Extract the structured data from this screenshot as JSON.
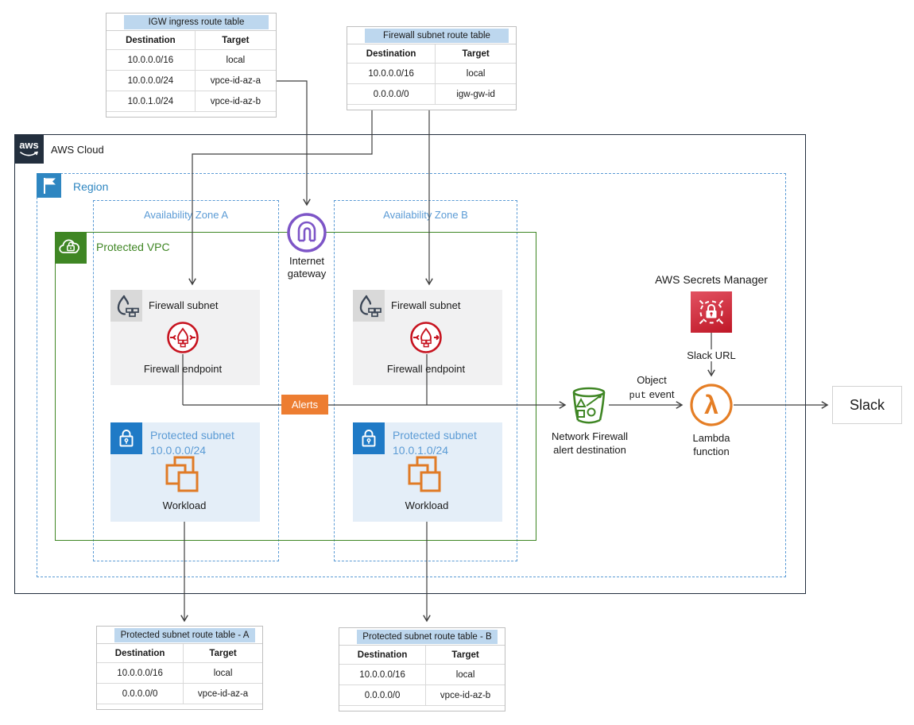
{
  "colors": {
    "cloud_border": "#232F3E",
    "region_blue": "#2E86C1",
    "dash_blue": "#5B9BD5",
    "vpc_green": "#3F8624",
    "subnet_blue_fill": "#E4EEF8",
    "subnet_icon_blue": "#1F7AC6",
    "firewall_fill": "#F1F1F2",
    "firewall_chip": "#D9D9D9",
    "endpoint_red": "#C7131F",
    "secrets_red": "#C7131F",
    "lambda_orange": "#E57E25",
    "workload_orange": "#E07B26",
    "alerts_orange": "#ED7D31",
    "igw_purple": "#7D55C7",
    "table_title_blue": "#BDD7EE",
    "connector_gray": "#3F3F3F"
  },
  "cloud": {
    "label": "AWS Cloud",
    "logo_text": "aws"
  },
  "region": {
    "label": "Region"
  },
  "azs": {
    "a": "Availability Zone A",
    "b": "Availability Zone B"
  },
  "vpc": {
    "label": "Protected VPC"
  },
  "igw": {
    "line1": "Internet",
    "line2": "gateway"
  },
  "firewall_subnets": {
    "label": "Firewall subnet",
    "endpoint": "Firewall endpoint"
  },
  "protected_subnets": {
    "a": {
      "line1": "Protected subnet",
      "line2": "10.0.0.0/24"
    },
    "b": {
      "line1": "Protected subnet",
      "line2": "10.0.1.0/24"
    },
    "workload": "Workload"
  },
  "alerts": {
    "label": "Alerts"
  },
  "bucket": {
    "line1": "Network Firewall",
    "line2": "alert destination"
  },
  "secrets_manager": {
    "label": "AWS Secrets Manager"
  },
  "slack_url": {
    "label": "Slack URL"
  },
  "object_event": {
    "line1": "Object",
    "code": "put",
    "rest": " event"
  },
  "lambda_fn": {
    "line1": "Lambda",
    "line2": "function",
    "glyph": "λ"
  },
  "slack": {
    "label": "Slack"
  },
  "tables": {
    "igw_ingress": {
      "title": "IGW ingress route table",
      "headers": [
        "Destination",
        "Target"
      ],
      "rows": [
        [
          "10.0.0.0/16",
          "local"
        ],
        [
          "10.0.0.0/24",
          "vpce-id-az-a"
        ],
        [
          "10.0.1.0/24",
          "vpce-id-az-b"
        ]
      ]
    },
    "firewall_subnet": {
      "title": "Firewall subnet route table",
      "headers": [
        "Destination",
        "Target"
      ],
      "rows": [
        [
          "10.0.0.0/16",
          "local"
        ],
        [
          "0.0.0.0/0",
          "igw-gw-id"
        ]
      ]
    },
    "protected_a": {
      "title": "Protected subnet route table - A",
      "headers": [
        "Destination",
        "Target"
      ],
      "rows": [
        [
          "10.0.0.0/16",
          "local"
        ],
        [
          "0.0.0.0/0",
          "vpce-id-az-a"
        ]
      ]
    },
    "protected_b": {
      "title": "Protected subnet route table - B",
      "headers": [
        "Destination",
        "Target"
      ],
      "rows": [
        [
          "10.0.0.0/16",
          "local"
        ],
        [
          "0.0.0.0/0",
          "vpce-id-az-b"
        ]
      ]
    }
  }
}
